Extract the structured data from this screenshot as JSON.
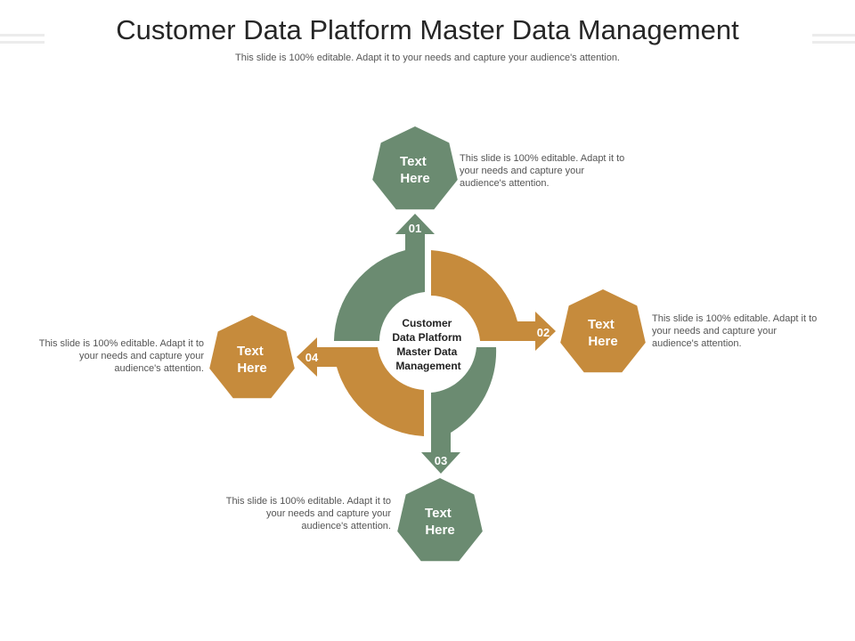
{
  "title": "Customer Data Platform Master Data Management",
  "subtitle": "This slide is 100% editable. Adapt it to your needs and capture your audience's attention.",
  "center_label": [
    "Customer",
    "Data Platform",
    "Master Data",
    "Management"
  ],
  "colors": {
    "green": "#6b8b71",
    "orange": "#c68b3c",
    "center": "#ffffff"
  },
  "steps": [
    {
      "number": "01",
      "heading": [
        "Text",
        "Here"
      ],
      "description": "This slide is 100% editable. Adapt it to your needs and capture your audience's attention.",
      "color": "green"
    },
    {
      "number": "02",
      "heading": [
        "Text",
        "Here"
      ],
      "description": "This slide is 100% editable. Adapt it to your needs and capture your audience's attention.",
      "color": "orange"
    },
    {
      "number": "03",
      "heading": [
        "Text",
        "Here"
      ],
      "description": "This slide is 100% editable. Adapt it to your needs and capture your audience's attention.",
      "color": "green"
    },
    {
      "number": "04",
      "heading": [
        "Text",
        "Here"
      ],
      "description": "This slide is 100% editable. Adapt it to your needs and capture your audience's attention.",
      "color": "orange"
    }
  ]
}
